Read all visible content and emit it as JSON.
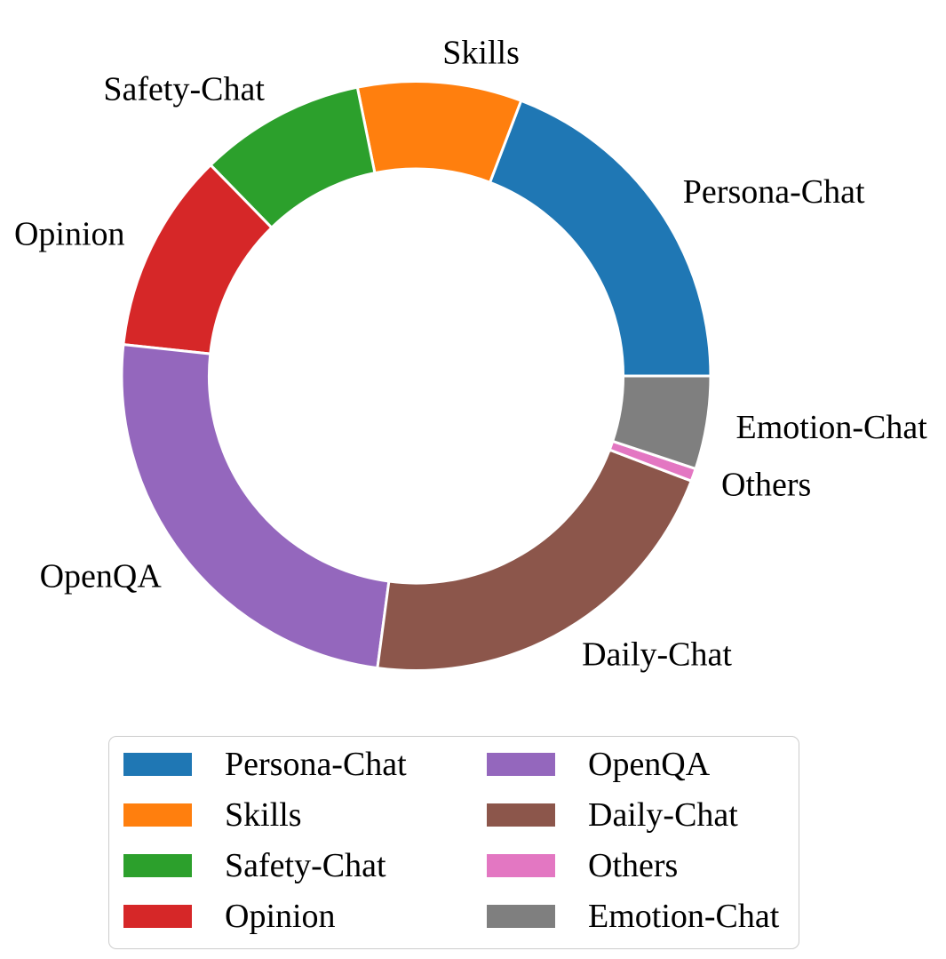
{
  "chart_data": {
    "type": "pie",
    "subtype": "donut",
    "title": "",
    "categories": [
      "Persona-Chat",
      "Skills",
      "Safety-Chat",
      "Opinion",
      "OpenQA",
      "Daily-Chat",
      "Others",
      "Emotion-Chat"
    ],
    "values": [
      19.2,
      9.0,
      9.1,
      11.0,
      24.6,
      21.3,
      0.7,
      5.1
    ],
    "unit": "percent",
    "colors": [
      "#1f77b4",
      "#ff7f0e",
      "#2ca02c",
      "#d62728",
      "#9467bd",
      "#8c564b",
      "#e377c2",
      "#7f7f7f"
    ],
    "start_angle_deg": 0,
    "direction": "counterclockwise",
    "inner_radius_ratio": 0.703,
    "label_distance": 1.1,
    "wedge_edge_color": "#ffffff",
    "label_color": "#000000",
    "legend": {
      "position": "bottom",
      "columns": 2,
      "order": "column-major",
      "border_color": "#cccccc"
    }
  }
}
